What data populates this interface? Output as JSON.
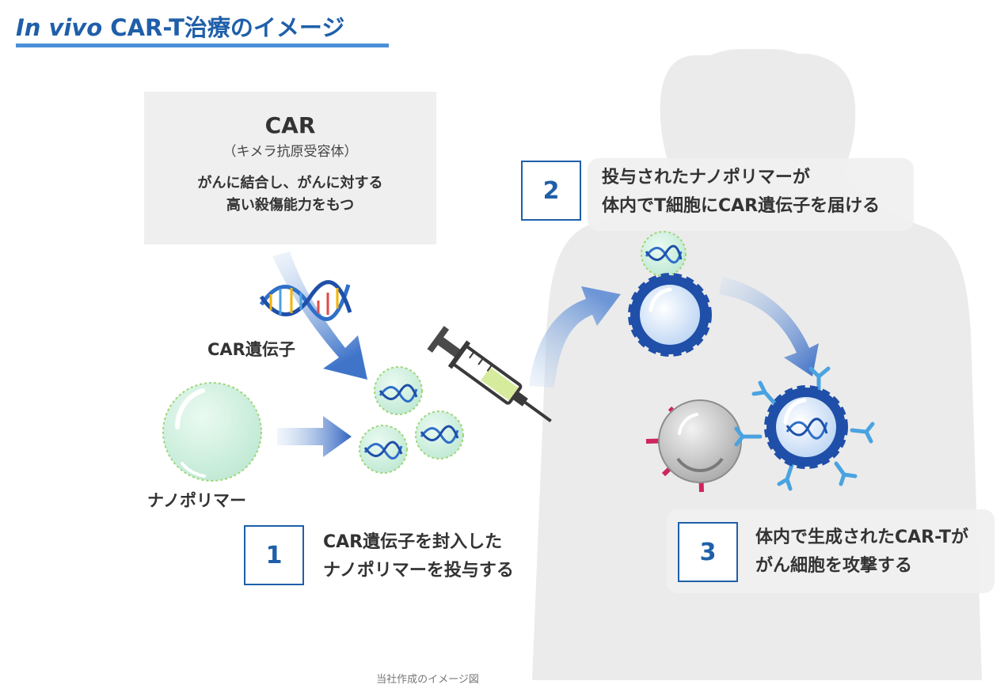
{
  "header": {
    "title_italic": "In vivo",
    "title_rest": " CAR-T治療のイメージ"
  },
  "car_box": {
    "heading": "CAR",
    "subheading": "（キメラ抗原受容体）",
    "desc_line1": "がんに結合し、がんに対する",
    "desc_line2": "高い殺傷能力をもつ"
  },
  "labels": {
    "car_gene": "CAR遺伝子",
    "nanopolymer": "ナノポリマー"
  },
  "steps": [
    {
      "number": "1",
      "line1": "CAR遺伝子を封入した",
      "line2": "ナノポリマーを投与する"
    },
    {
      "number": "2",
      "line1": "投与されたナノポリマーが",
      "line2": "体内でT細胞にCAR遺伝子を届ける"
    },
    {
      "number": "3",
      "line1": "体内で生成されたCAR-Tが",
      "line2": "がん細胞を攻撃する"
    }
  ],
  "footer": {
    "note": "当社作成のイメージ図"
  },
  "colors": {
    "accent": "#1f5fa9",
    "silhouette": "#ebebeb",
    "nanoparticle": "#d8f3e6",
    "t_cell": "#1f4fa8",
    "cancer_spikes": "#d0245e"
  }
}
